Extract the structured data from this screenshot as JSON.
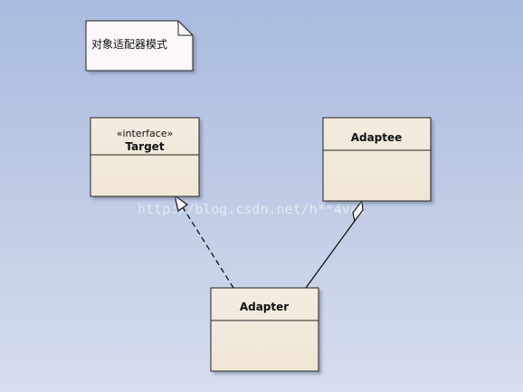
{
  "note": {
    "text": "对象适配器模式"
  },
  "classes": {
    "target": {
      "stereotype": "«interface»",
      "name": "Target"
    },
    "adaptee": {
      "name": "Adaptee"
    },
    "adapter": {
      "name": "Adapter"
    }
  },
  "watermark": "http://blog.csdn.net/h**4val",
  "colors": {
    "box_fill": "#f4ede0",
    "box_stroke": "#222222",
    "note_fill": "#fbf7fb",
    "line": "#111111"
  }
}
